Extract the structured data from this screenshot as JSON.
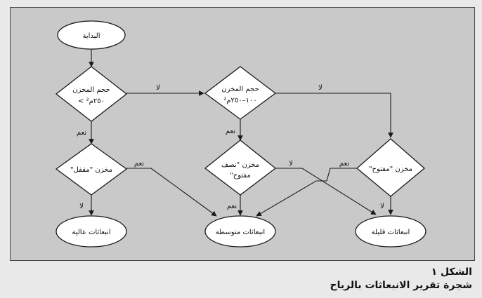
{
  "colors": {
    "background": "#c9c9c9",
    "node_fill": "#ffffff",
    "stroke": "#1a1a1a"
  },
  "nodes": {
    "start": "البداية",
    "decision1": [
      "حجم المخزن",
      "٢٥٠م² >"
    ],
    "decision2": [
      "حجم المخزن",
      "١٠٠–٢٥٠م²"
    ],
    "tank_closed": "مخزن \"مقفل\"",
    "tank_half": [
      "مخزن \"نصف",
      "مفتوح\""
    ],
    "tank_open": "مخزن \"مفتوح\"",
    "high": "انبعاثات عالية",
    "medium": "انبعاثات متوسطة",
    "low": "انبعاثات قليلة"
  },
  "labels": {
    "yes": "نعم",
    "no": "لا"
  },
  "caption": {
    "number": "الشكل ١",
    "title": "شجرة تقرير الانبعاثات بالرياح"
  }
}
